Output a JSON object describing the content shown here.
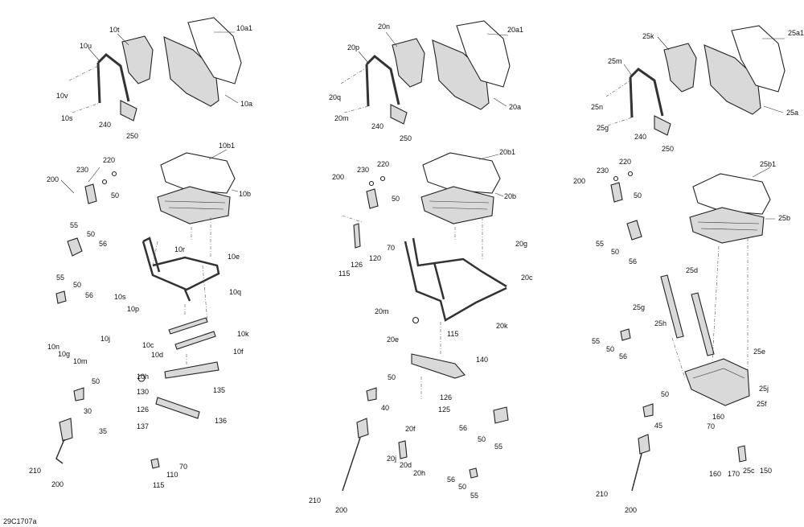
{
  "figure": {
    "reference_code": "29C1707a"
  },
  "views": [
    {
      "id": "left",
      "labels": [
        "10t",
        "10a1",
        "10u",
        "10v",
        "10a",
        "10s",
        "240",
        "250",
        "10b1",
        "220",
        "200",
        "230",
        "10b",
        "50",
        "55",
        "50",
        "56",
        "10r",
        "10e",
        "55",
        "50",
        "56",
        "10s",
        "10q",
        "10p",
        "10k",
        "10j",
        "10c",
        "10n",
        "10g",
        "10d",
        "10m",
        "10f",
        "10h",
        "50",
        "130",
        "135",
        "126",
        "136",
        "137",
        "30",
        "35",
        "210",
        "200",
        "70",
        "110",
        "115"
      ]
    },
    {
      "id": "center",
      "labels": [
        "20n",
        "20a1",
        "20p",
        "20q",
        "20a",
        "20m",
        "240",
        "250",
        "20b1",
        "200",
        "230",
        "220",
        "20b",
        "50",
        "70",
        "120",
        "126",
        "115",
        "20g",
        "20c",
        "20m",
        "20k",
        "20e",
        "115",
        "140",
        "50",
        "126",
        "125",
        "40",
        "56",
        "50",
        "55",
        "20f",
        "20j",
        "20d",
        "20h",
        "56",
        "50",
        "55",
        "210",
        "200"
      ]
    },
    {
      "id": "right",
      "labels": [
        "25k",
        "25a1",
        "25m",
        "25n",
        "25a",
        "25g",
        "240",
        "250",
        "25b1",
        "220",
        "200",
        "230",
        "50",
        "25b",
        "55",
        "50",
        "56",
        "25d",
        "25g",
        "25h",
        "55",
        "50",
        "56",
        "25e",
        "25j",
        "50",
        "25f",
        "160",
        "70",
        "45",
        "160",
        "170",
        "25c",
        "150",
        "210",
        "200"
      ]
    }
  ]
}
